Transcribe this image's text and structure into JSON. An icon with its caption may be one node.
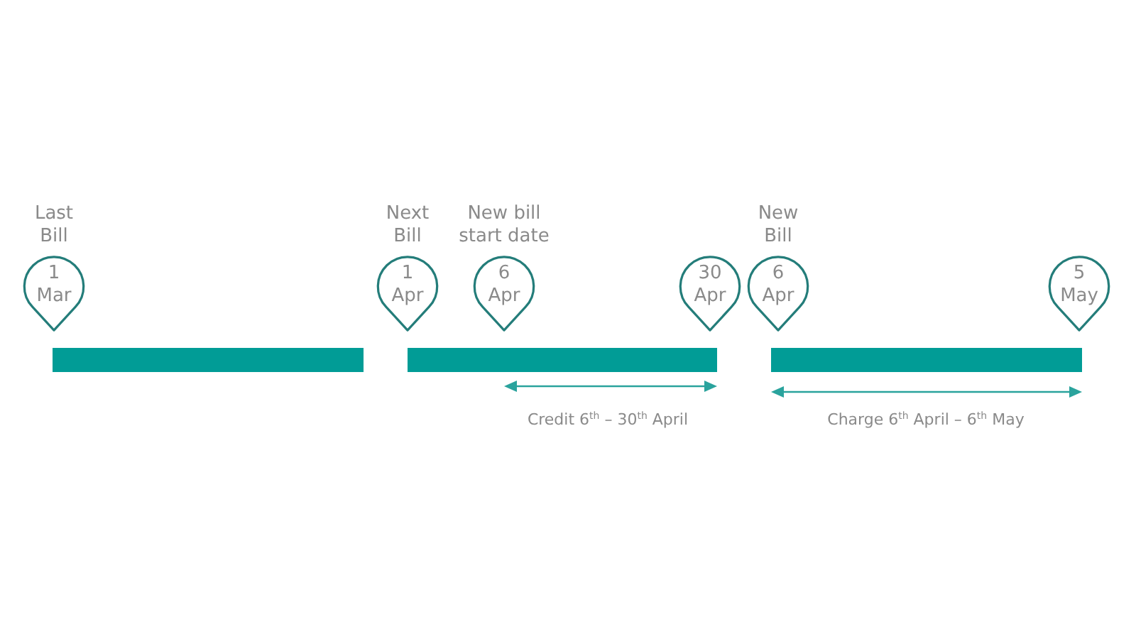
{
  "diagram": {
    "nodes": [
      {
        "text": [
          "Last Bill",
          "1 Mar"
        ]
      },
      {
        "text": [
          "Next Bill",
          "1 Apr"
        ]
      },
      {
        "text": [
          "New bill start date",
          "6 Apr"
        ]
      },
      {
        "text": [
          "30 Apr"
        ]
      },
      {
        "text": [
          "New Bill",
          "6 Apr"
        ]
      },
      {
        "text": [
          "5 May"
        ]
      },
      {
        "text": [],
        "shape": "bar"
      },
      {
        "text": [],
        "shape": "bar"
      },
      {
        "text": [],
        "shape": "bar"
      }
    ],
    "labels": [
      "Credit 6$^{th}$ – 30$^{th}$ April",
      "Charge 6$^{th}$ April – 6$^{th}$ May"
    ]
  }
}
